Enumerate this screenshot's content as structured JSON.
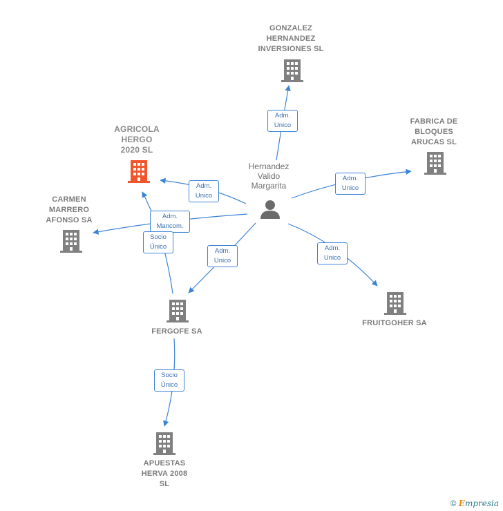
{
  "colors": {
    "edge": "#3b83d6",
    "building": "#808080",
    "highlight": "#f0562c",
    "person": "#6b6b6b"
  },
  "nodes": {
    "gonzalez": {
      "label": "GONZALEZ\nHERNANDEZ\nINVERSIONES SL",
      "icon": "building-icon"
    },
    "fabrica": {
      "label": "FABRICA DE\nBLOQUES\nARUCAS SL",
      "icon": "building-icon"
    },
    "agricola": {
      "label": "AGRICOLA\nHERGO\n2020  SL",
      "icon": "building-icon"
    },
    "carmen": {
      "label": "CARMEN\nMARRERO\nAFONSO SA",
      "icon": "building-icon"
    },
    "fergofe": {
      "label": "FERGOFE SA",
      "icon": "building-icon"
    },
    "fruitgoher": {
      "label": "FRUITGOHER SA",
      "icon": "building-icon"
    },
    "apuestas": {
      "label": "APUESTAS\nHERVA 2008\nSL",
      "icon": "building-icon"
    },
    "hernandez": {
      "label": "Hernandez\nValido\nMargarita",
      "icon": "person-icon"
    }
  },
  "edges": {
    "e_gonzalez": "Adm.\nUnico",
    "e_fabrica": "Adm.\nUnico",
    "e_agricola": "Adm.\nUnico",
    "e_carmen": "Adm.\nMancom.",
    "e_fergofe_socio_agricola": "Socio\nÚnico",
    "e_fergofe": "Adm.\nUnico",
    "e_fruitgoher": "Adm.\nUnico",
    "e_apuestas": "Socio\nÚnico"
  },
  "footer": {
    "copyright": "©",
    "brand_first": "E",
    "brand_rest": "mpresia"
  }
}
